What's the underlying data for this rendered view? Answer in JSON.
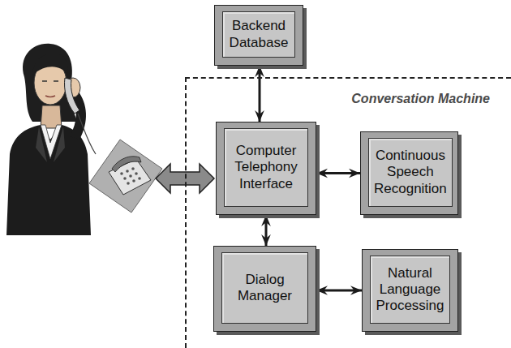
{
  "diagram": {
    "nodes": [
      {
        "text": [
          "Backend Database"
        ]
      },
      {
        "text": [
          "Conversation Machine"
        ]
      },
      {
        "text": [
          "Computer Telephony Interface"
        ],
        "in": 1
      },
      {
        "text": [
          "Continuous Speech Recognition"
        ],
        "in": 1
      },
      {
        "text": [
          "Dialog Manager"
        ],
        "in": 1
      },
      {
        "text": [
          "Natural Language Processing"
        ],
        "in": 1
      }
    ],
    "edges": [
      {
        "from": 0,
        "to": 2,
        "arrow": "both"
      },
      {
        "from": 2,
        "to": 3,
        "arrow": "both"
      },
      {
        "from": 2,
        "to": 4,
        "arrow": "both"
      },
      {
        "from": 4,
        "to": 5,
        "arrow": "both"
      }
    ]
  }
}
